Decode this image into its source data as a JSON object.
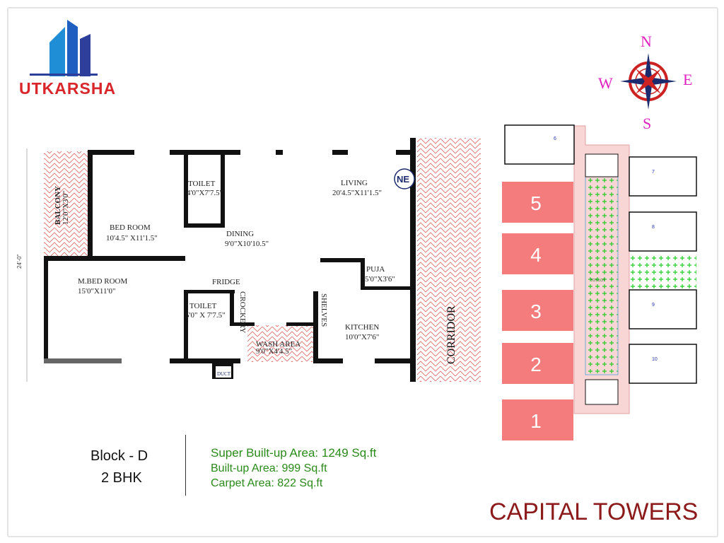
{
  "brand": {
    "name": "UTKARSHA",
    "colors": {
      "red": "#d9262b",
      "blue": "#1f6fd6"
    }
  },
  "compass": {
    "north": "N",
    "south": "S",
    "east": "E",
    "west": "W"
  },
  "floor_plan": {
    "rooms": [
      {
        "name": "BED ROOM",
        "size": "10'4.5\" X11'1.5\""
      },
      {
        "name": "TOILET",
        "size": "4'0\"X7'7.5\""
      },
      {
        "name": "LIVING",
        "size": "20'4.5\"X11'1.5\""
      },
      {
        "name": "DINING",
        "size": "9'0\"X10'10.5\""
      },
      {
        "name": "M.BED ROOM",
        "size": "15'0\"X11'0\""
      },
      {
        "name": "TOILET",
        "size": "5'0\" X 7'7.5\""
      },
      {
        "name": "PUJA",
        "size": "5'0\"X3'6\""
      },
      {
        "name": "KITCHEN",
        "size": "10'0\"X7'6\""
      },
      {
        "name": "WASH AREA",
        "size": "9'0\"X4'4.5\""
      }
    ],
    "balcony": "BALCONY",
    "balcony_size": "12'0\"X3'0\"",
    "corridor": "CORRIDOR",
    "duct": "DUCT",
    "fridge": "FRIDGE",
    "crockery": "CROCKERY",
    "shelves": "SHELVES",
    "direction_badge": "NE",
    "overall_dim": "24'-0\""
  },
  "key_plan": {
    "blocks": [
      "5",
      "4",
      "3",
      "2",
      "1"
    ],
    "units": [
      "6",
      "7",
      "8",
      "9",
      "10"
    ],
    "tot_lot": "TOT-LOT",
    "colors": {
      "block": "#f47c7c",
      "corridor": "#f9d6d6",
      "green": "#22cc22"
    }
  },
  "info": {
    "block": "Block - D",
    "type": "2 BHK",
    "super_builtup": "Super Built-up Area: 1249 Sq.ft",
    "builtup": "Built-up Area: 999 Sq.ft",
    "carpet": "Carpet Area: 822 Sq.ft"
  },
  "project": "CAPITAL TOWERS"
}
